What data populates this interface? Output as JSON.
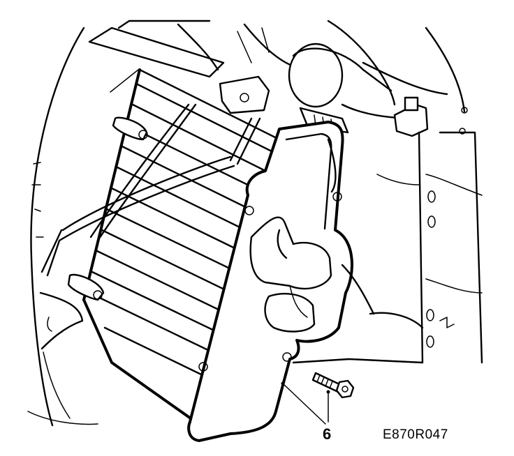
{
  "figure": {
    "callouts": [
      {
        "id": "6",
        "label": "6"
      }
    ],
    "figure_code": "E870R047"
  }
}
